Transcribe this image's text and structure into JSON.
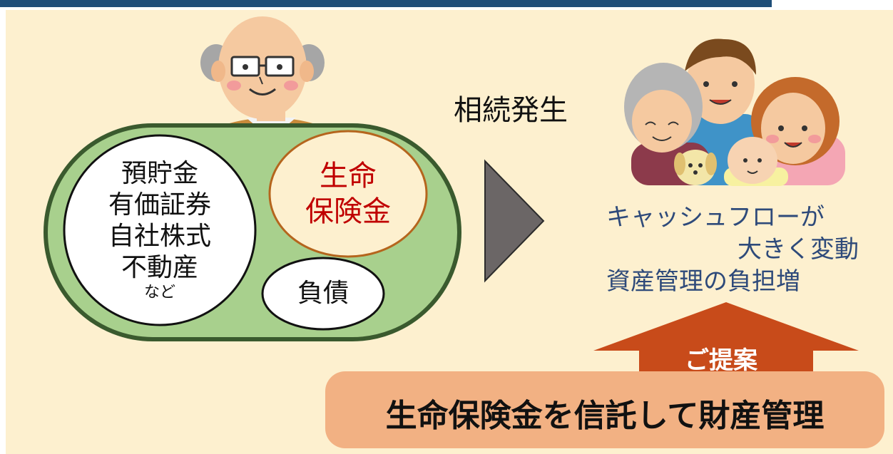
{
  "estate": {
    "assets": [
      "預貯金",
      "有価証券",
      "自社株式",
      "不動産"
    ],
    "assets_note": "など",
    "insurance": [
      "生命",
      "保険金"
    ],
    "debt": "負債"
  },
  "event_label": "相続発生",
  "effects": {
    "line1": "キャッシュフローが",
    "line2": "大きく変動",
    "line3": "資産管理の負担増"
  },
  "proposal": {
    "label": "ご提案",
    "main": "生命保険金を信託して財産管理"
  },
  "colors": {
    "header_bar": "#1f4e79",
    "background": "#fdf0cf",
    "estate_fill": "#a8d08d",
    "estate_border": "#3a5a2e",
    "insurance_text": "#c00000",
    "effects_text": "#2e4a7a",
    "proposal_arrow": "#c84b1a",
    "proposal_box": "#f2b183"
  }
}
